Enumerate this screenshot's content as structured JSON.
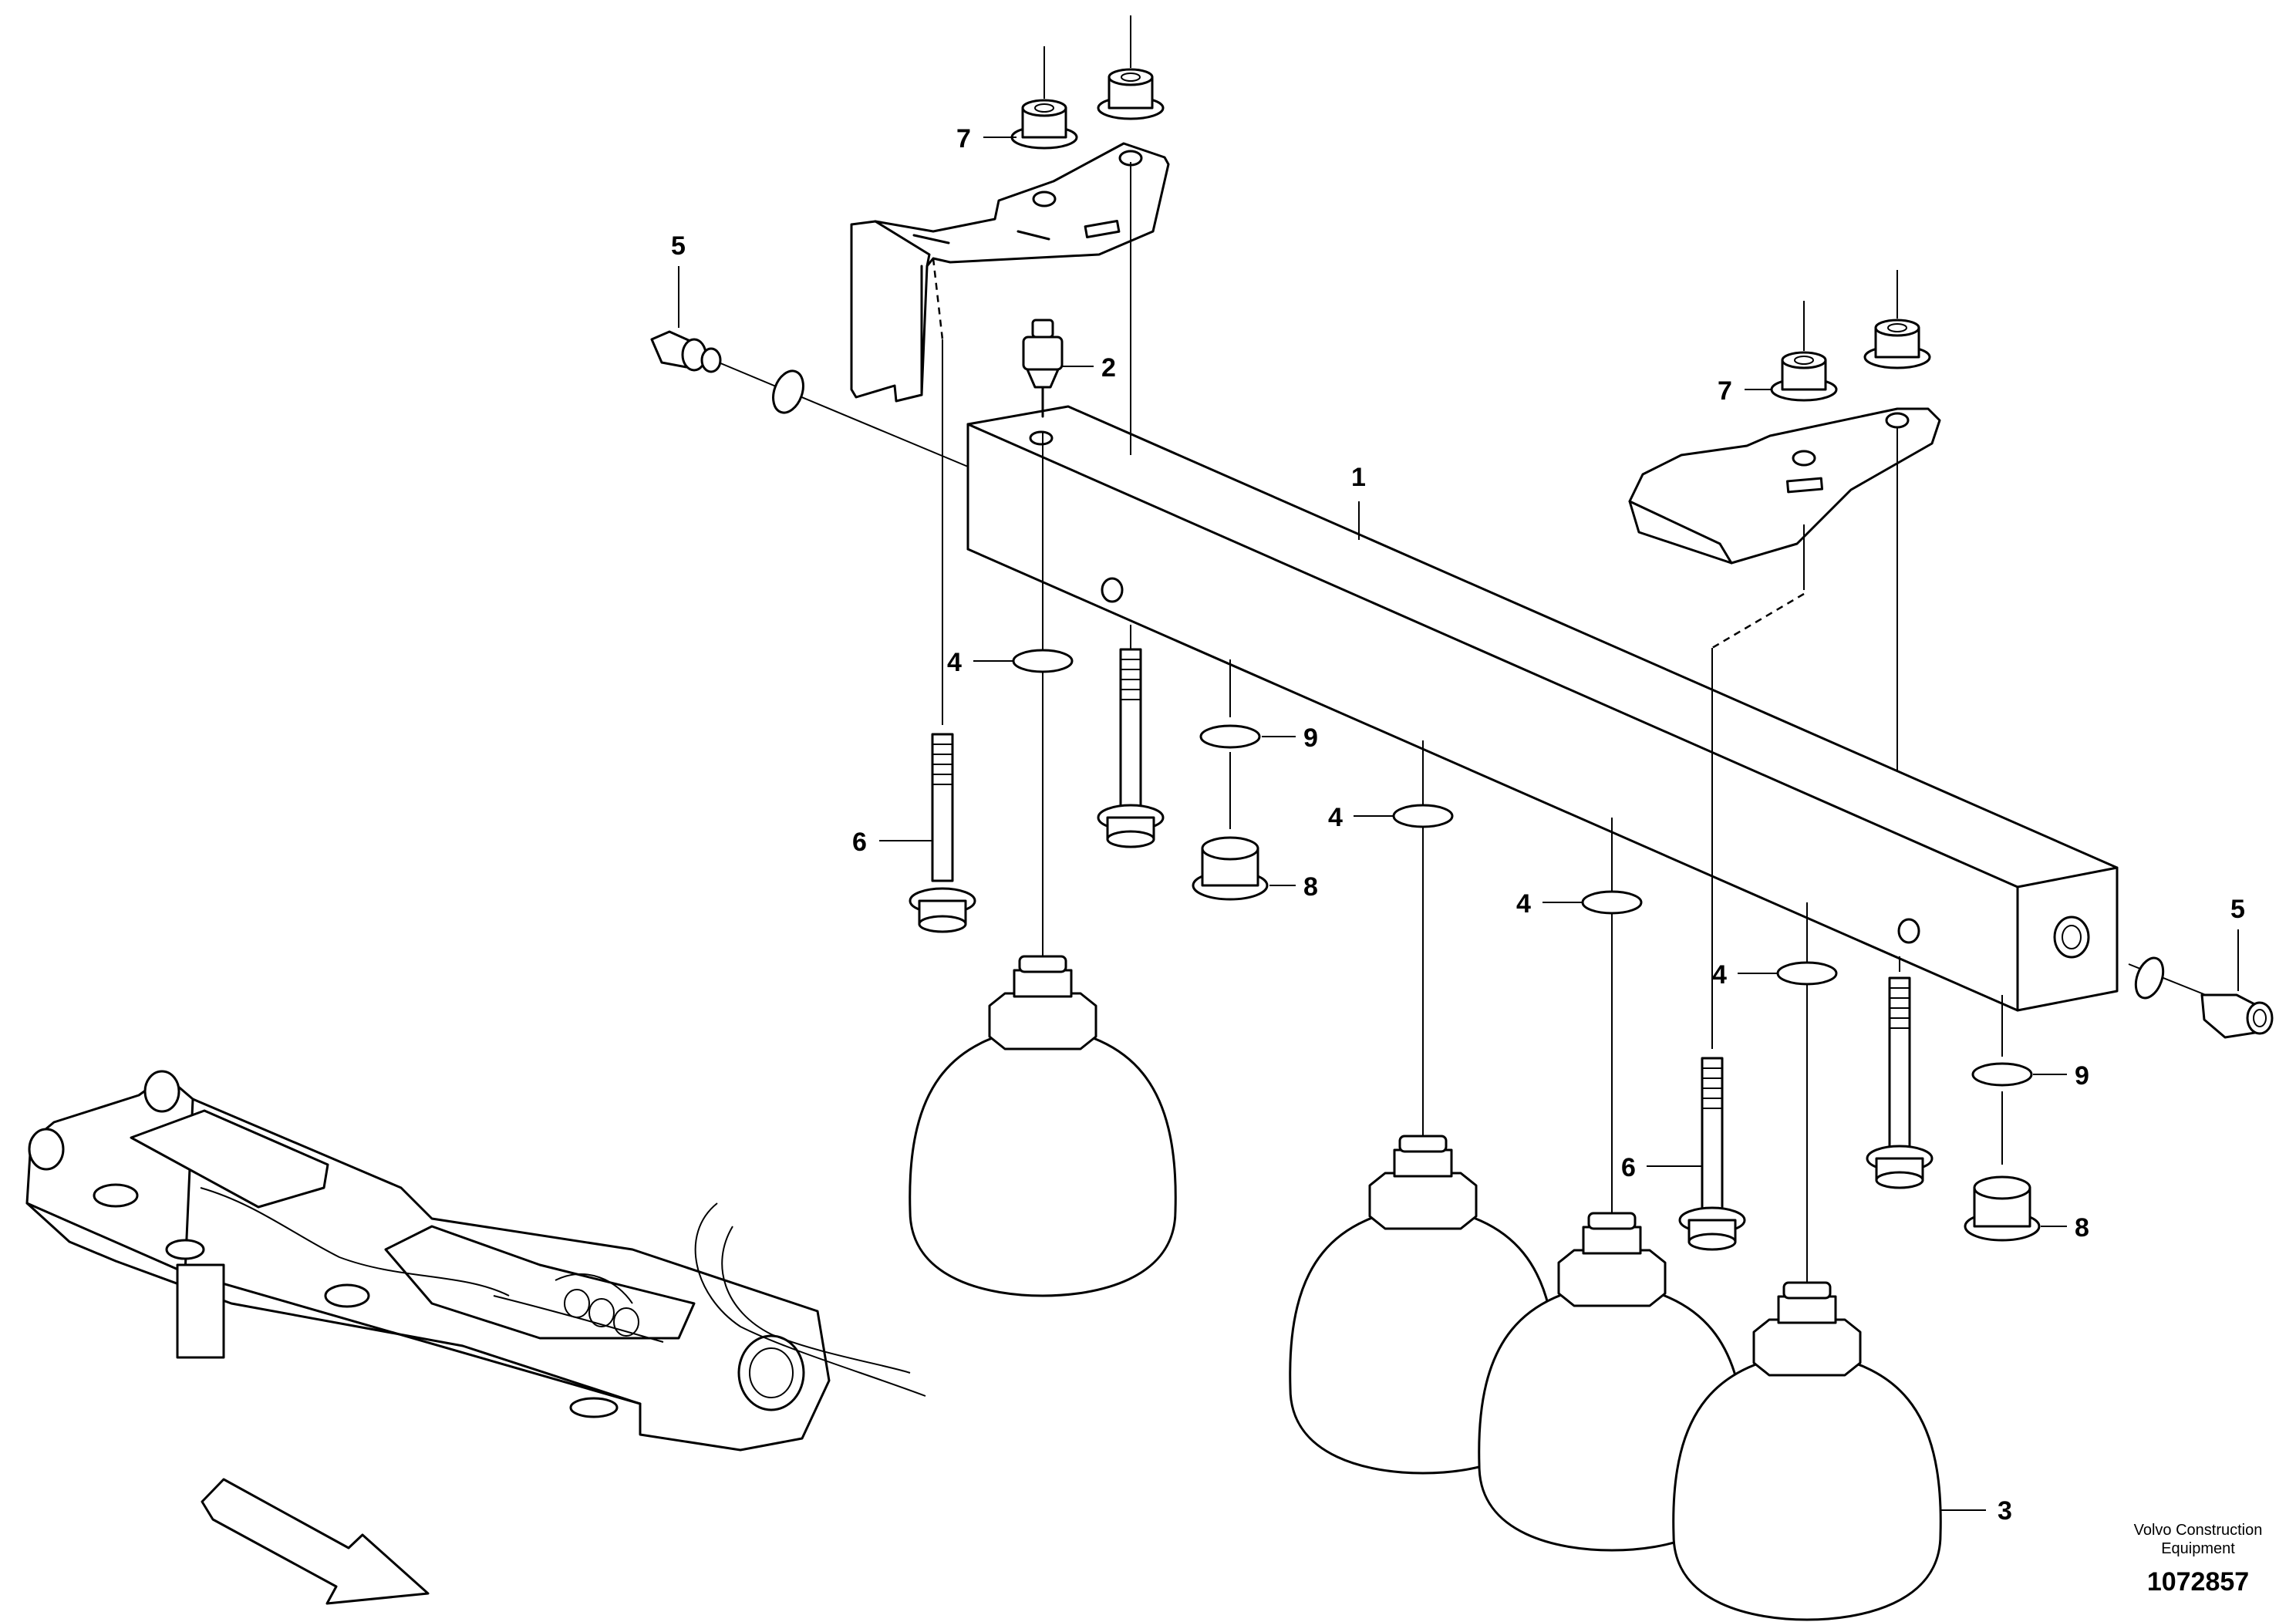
{
  "diagram": {
    "callouts": {
      "c1": "1",
      "c2": "2",
      "c3": "3",
      "c4a": "4",
      "c4b": "4",
      "c4c": "4",
      "c4d": "4",
      "c5a": "5",
      "c5b": "5",
      "c6a": "6",
      "c6b": "6",
      "c7a": "7",
      "c7b": "7",
      "c8a": "8",
      "c8b": "8",
      "c9a": "9",
      "c9b": "9"
    },
    "brand_line1": "Volvo Construction",
    "brand_line2": "Equipment",
    "figure_number": "1072857"
  }
}
